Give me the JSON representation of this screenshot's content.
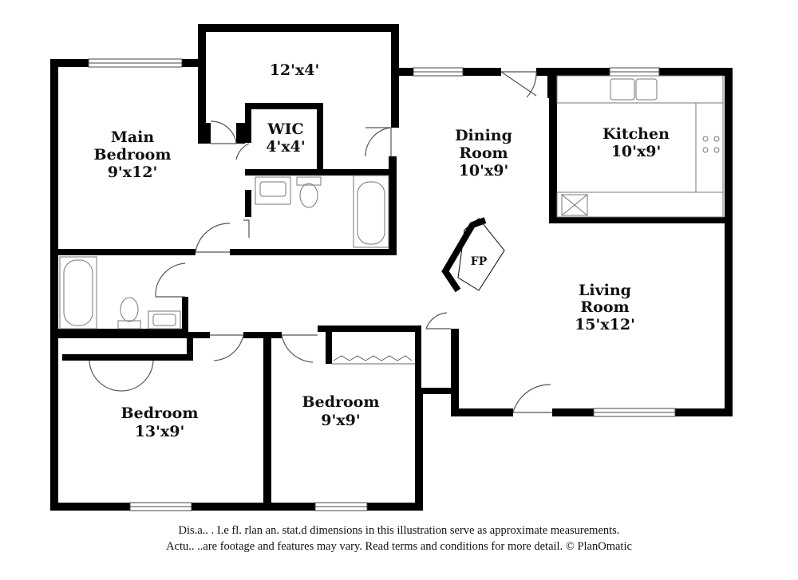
{
  "rooms": {
    "main_bedroom": {
      "name_line1": "Main",
      "name_line2": "Bedroom",
      "size": "9'x12'"
    },
    "closet_12x4": {
      "size": "12'x4'"
    },
    "wic": {
      "name": "WIC",
      "size": "4'x4'"
    },
    "dining_room": {
      "name_line1": "Dining",
      "name_line2": "Room",
      "size": "10'x9'"
    },
    "kitchen": {
      "name": "Kitchen",
      "size": "10'x9'"
    },
    "living_room": {
      "name_line1": "Living",
      "name_line2": "Room",
      "size": "15'x12'"
    },
    "bedroom_left": {
      "name": "Bedroom",
      "size": "13'x9'"
    },
    "bedroom_middle": {
      "name": "Bedroom",
      "size": "9'x9'"
    },
    "fireplace": {
      "label": "FP"
    }
  },
  "disclaimer": {
    "line1": "Dis.a.. . I.e fl. rlan an. stat.d dimensions in this illustration serve as approximate measurements.",
    "line2": "Actu.. ..are footage and features may vary. Read terms and conditions for more detail. © PlanOmatic"
  },
  "colors": {
    "wall": "#000000",
    "fixture": "#666666",
    "background": "#ffffff"
  }
}
